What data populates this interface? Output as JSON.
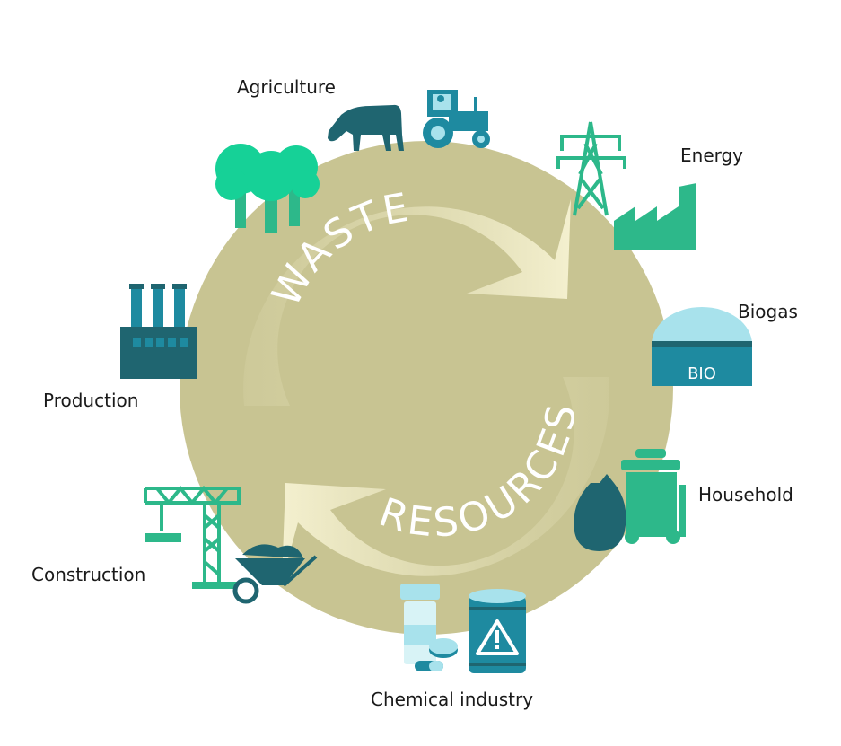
{
  "cycle": {
    "upper_arrow_text": "WASTE",
    "lower_arrow_text": "RESOURCES"
  },
  "sectors": {
    "agriculture": "Agriculture",
    "energy": "Energy",
    "biogas": "Biogas",
    "household": "Household",
    "chemical_industry": "Chemical industry",
    "construction": "Construction",
    "production": "Production"
  },
  "icons": {
    "biogas_tank_text": "BIO"
  },
  "colors": {
    "circle": "#c8c492",
    "arrow_light": "#f1edc8",
    "teal_dark": "#1f6570",
    "teal": "#1e8aa0",
    "green": "#2db88a",
    "mint": "#16d197",
    "light_blue": "#a8e2ec"
  }
}
